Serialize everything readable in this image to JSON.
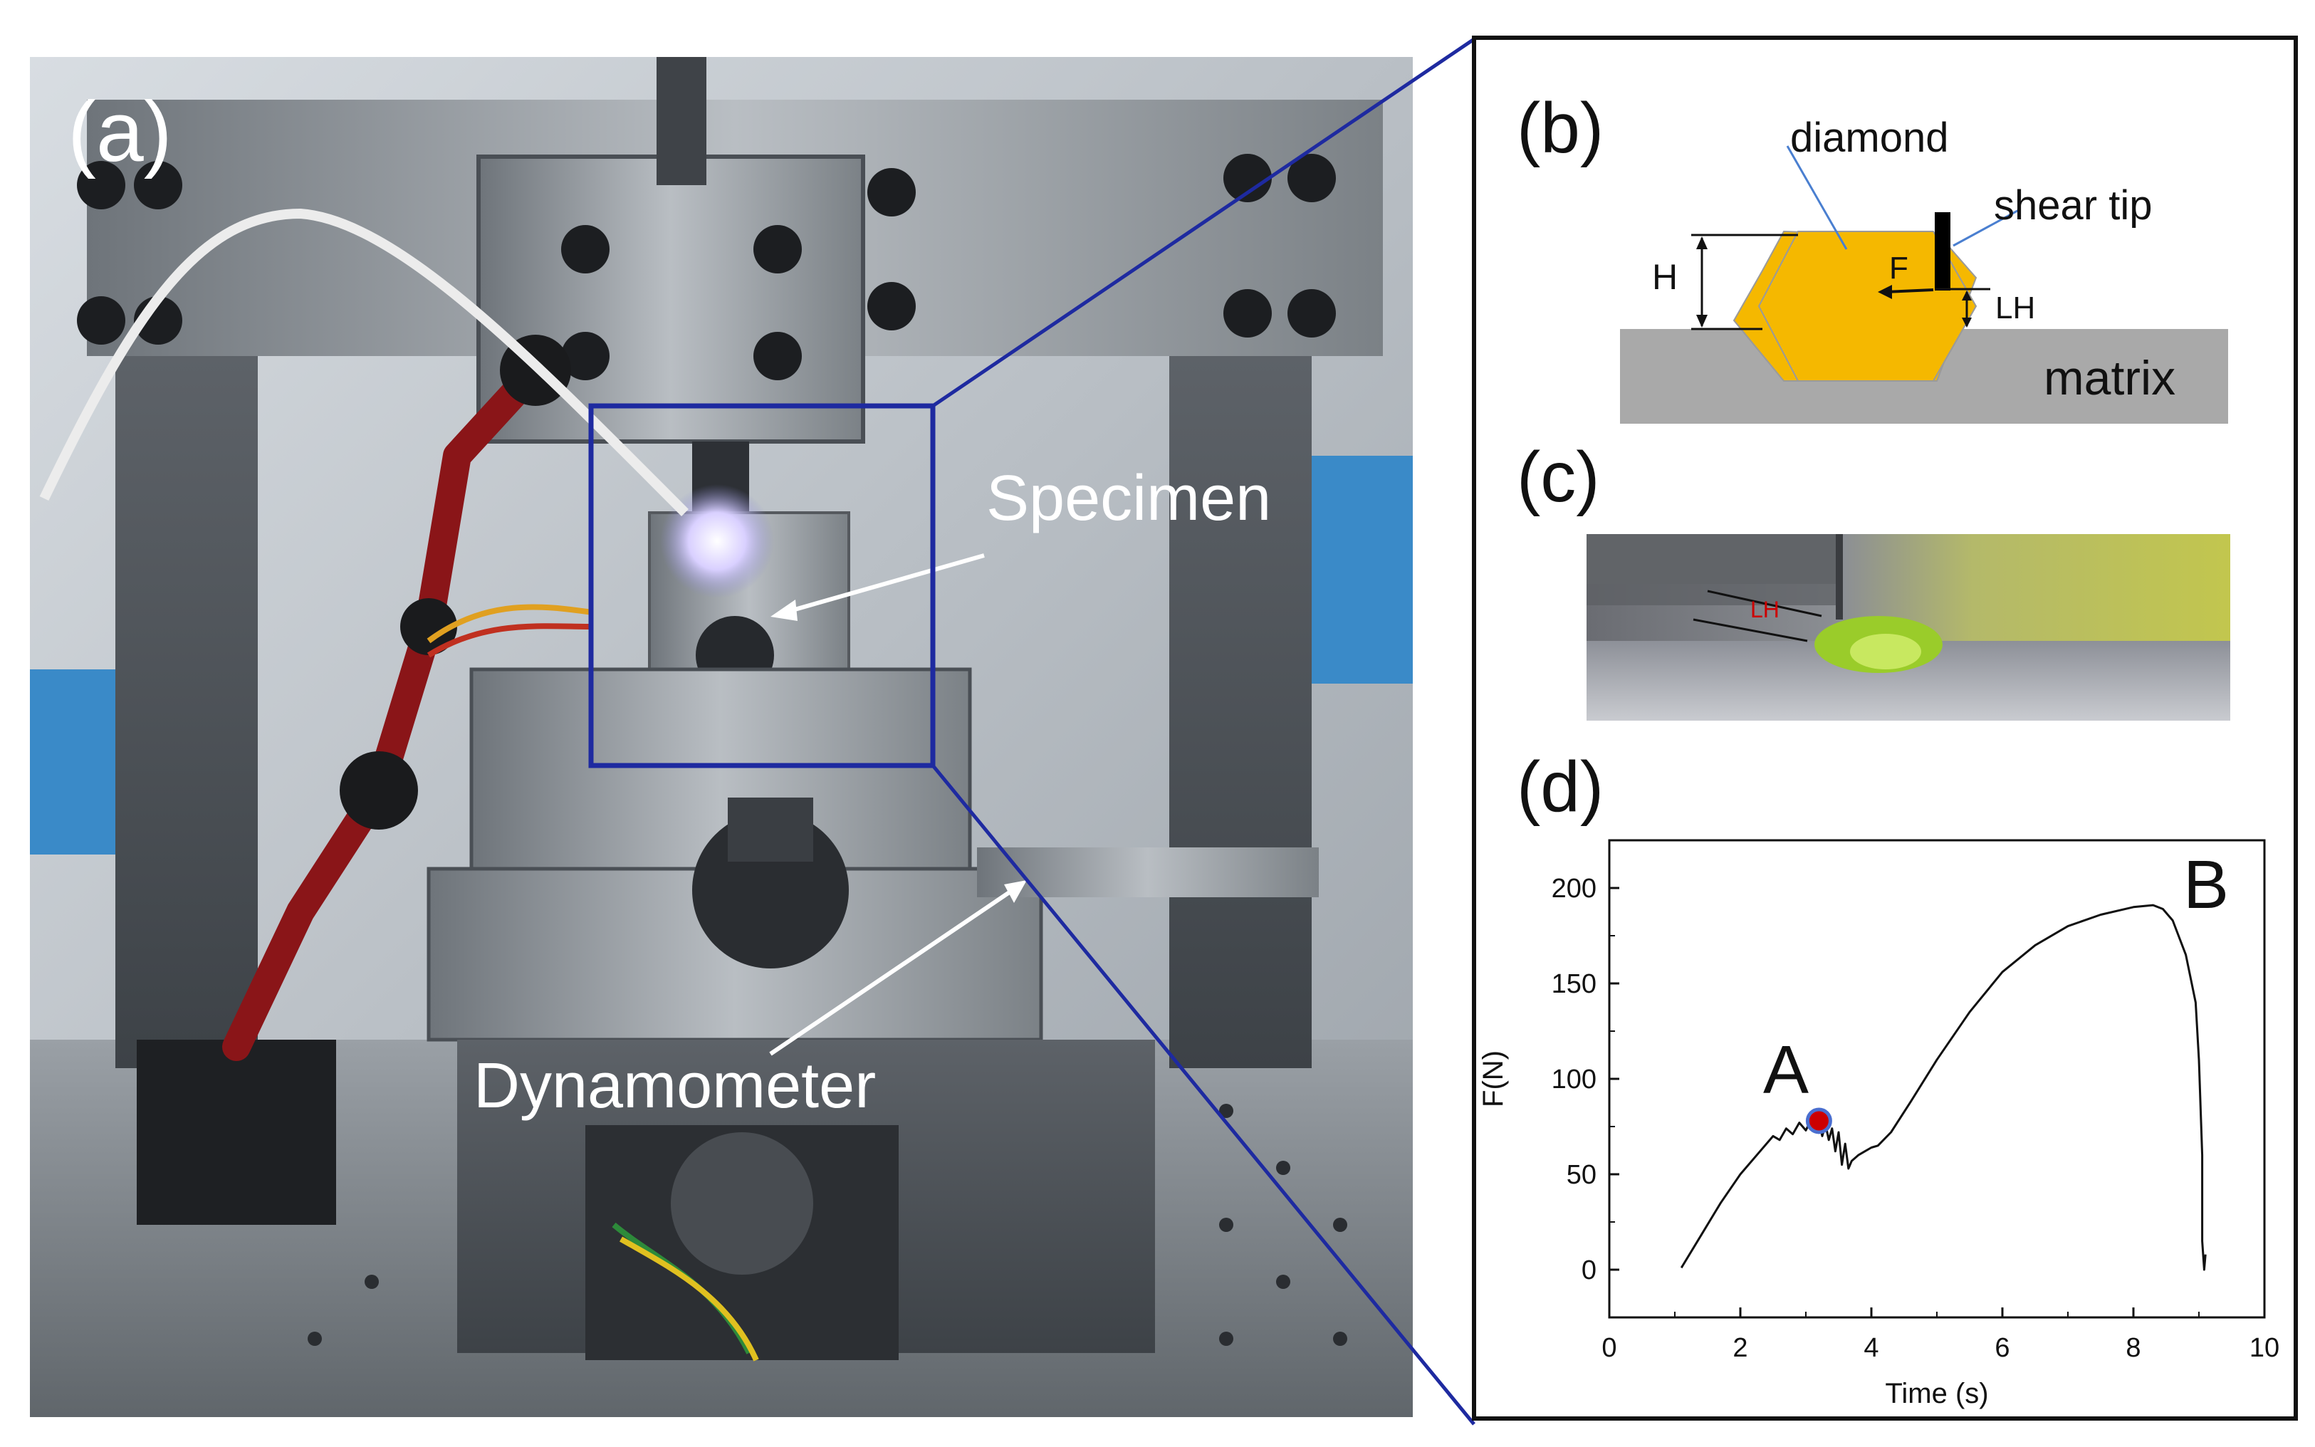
{
  "panel_a": {
    "label": "(a)",
    "specimen_label": "Specimen",
    "dynamometer_label": "Dynamometer"
  },
  "panel_b": {
    "label": "(b)",
    "diamond_label": "diamond",
    "shear_tip_label": "shear tip",
    "h_label": "H",
    "f_label": "F",
    "lh_label": "LH",
    "matrix_label": "matrix",
    "colors": {
      "diamond": "#f5b800",
      "matrix": "#a9a9a9",
      "tip": "#000000"
    }
  },
  "panel_c": {
    "label": "(c)",
    "lh_annotation": "LH"
  },
  "panel_d": {
    "label": "(d)",
    "point_a_label": "A",
    "point_b_label": "B"
  },
  "chart_data": {
    "type": "line",
    "xlabel": "Time (s)",
    "ylabel": "F(N)",
    "xlim": [
      0,
      10
    ],
    "ylim": [
      -25,
      225
    ],
    "xticks": [
      0,
      2,
      4,
      6,
      8,
      10
    ],
    "yticks": [
      0,
      50,
      100,
      150,
      200
    ],
    "series": [
      {
        "x": [
          1.1,
          1.4,
          1.7,
          2.0,
          2.3,
          2.5,
          2.6,
          2.7,
          2.8,
          2.9,
          3.0,
          3.1,
          3.2,
          3.25,
          3.3,
          3.35,
          3.4,
          3.45,
          3.5,
          3.55,
          3.6,
          3.65,
          3.7,
          3.8,
          3.9,
          4.0,
          4.1,
          4.3,
          4.6,
          5.0,
          5.5,
          6.0,
          6.5,
          7.0,
          7.5,
          8.0,
          8.3,
          8.45,
          8.6,
          8.8,
          8.95,
          9.0,
          9.05,
          9.05,
          9.08,
          9.1
        ],
        "y": [
          1,
          18,
          35,
          50,
          62,
          70,
          68,
          74,
          71,
          77,
          73,
          80,
          78,
          70,
          76,
          68,
          74,
          62,
          72,
          55,
          66,
          53,
          57,
          60,
          62,
          64,
          65,
          72,
          88,
          110,
          135,
          156,
          170,
          180,
          186,
          190,
          191,
          189,
          183,
          165,
          140,
          110,
          60,
          15,
          0,
          8
        ]
      }
    ],
    "highlight_point": {
      "label": "A",
      "x": 3.2,
      "y": 78,
      "color": "#cc0000"
    }
  }
}
